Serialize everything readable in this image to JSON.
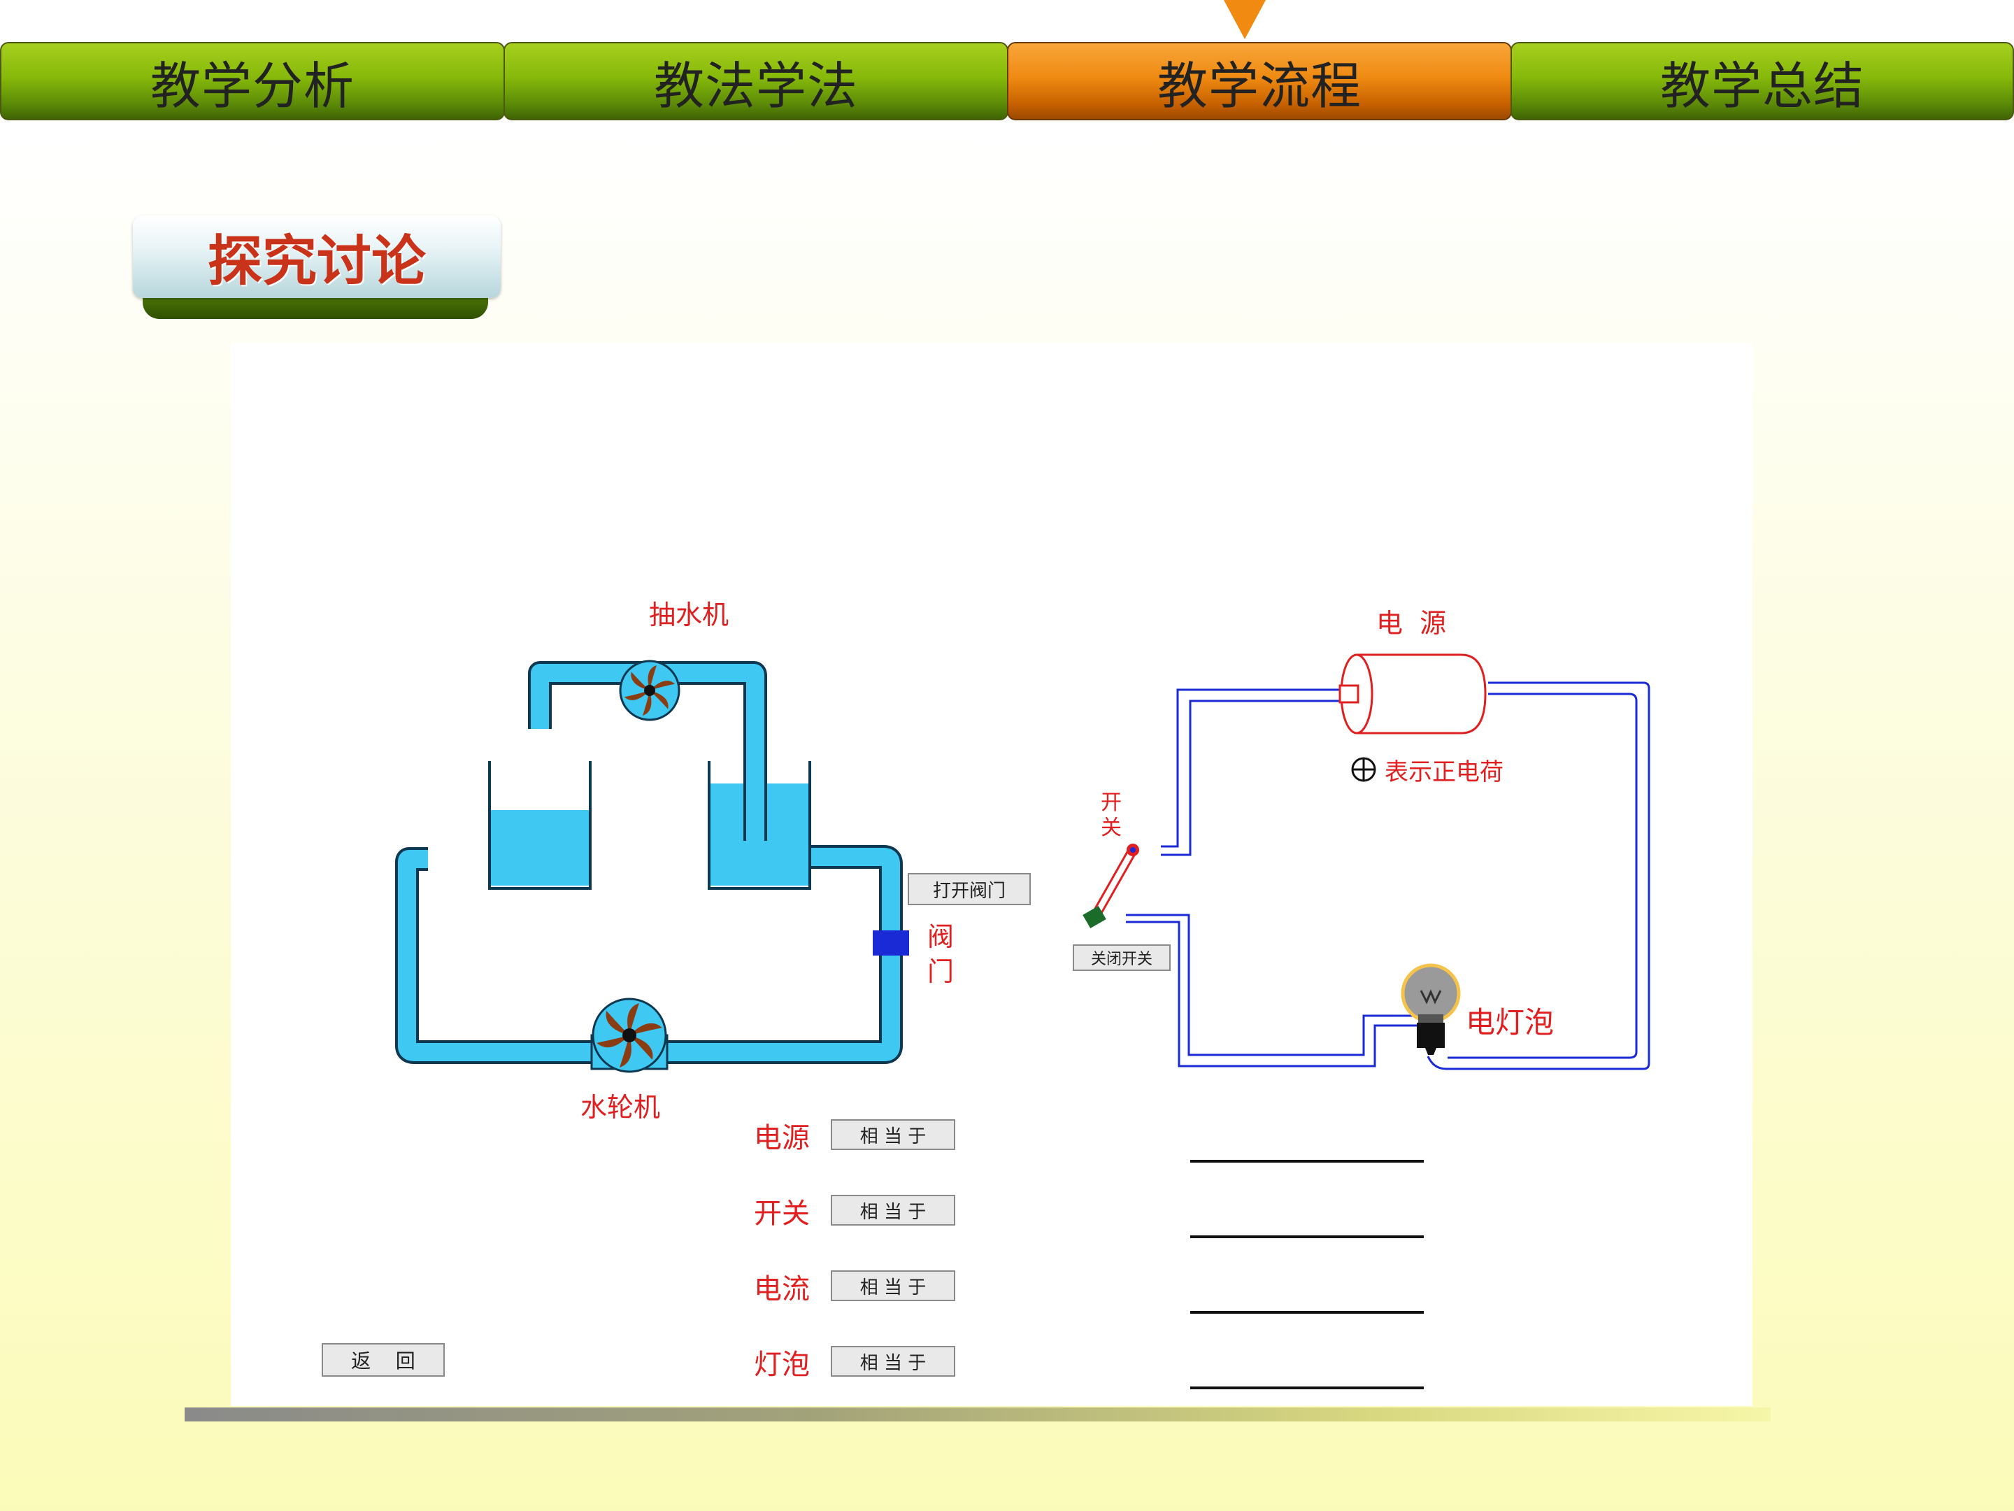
{
  "nav": {
    "tabs": [
      {
        "label": "教学分析",
        "active": false
      },
      {
        "label": "教法学法",
        "active": false
      },
      {
        "label": "教学流程",
        "active": true
      },
      {
        "label": "教学总结",
        "active": false
      }
    ]
  },
  "section": {
    "title": "探究讨论"
  },
  "water_diagram": {
    "pump_label": "抽水机",
    "turbine_label": "水轮机",
    "valve_label_1": "阀",
    "valve_label_2": "门",
    "open_valve_button": "打开阀门"
  },
  "circuit_diagram": {
    "source_label": "电  源",
    "legend_text": "表示正电荷",
    "switch_label_1": "开",
    "switch_label_2": "关",
    "bulb_label": "电灯泡",
    "close_switch_button": "关闭开关"
  },
  "quiz": {
    "rows": [
      {
        "term": "电源",
        "button": "相 当 于"
      },
      {
        "term": "开关",
        "button": "相 当 于"
      },
      {
        "term": "电流",
        "button": "相 当 于"
      },
      {
        "term": "灯泡",
        "button": "相 当 于"
      }
    ]
  },
  "back_button": "返    回",
  "colors": {
    "tab_green": "#86b90a",
    "tab_orange": "#ef8a12",
    "water": "#3ec8f2",
    "wire": "#1a2bd6",
    "label_red": "#e02020"
  }
}
